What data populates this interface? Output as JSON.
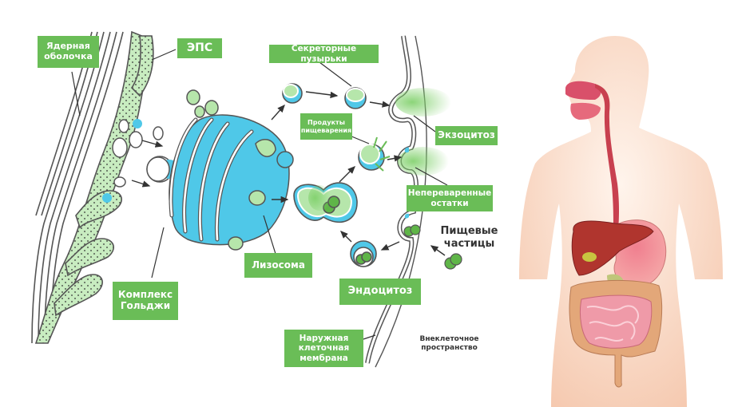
{
  "colors": {
    "label_bg": "#6abd57",
    "label_text": "#ffffff",
    "er_fill": "#c8ecc0",
    "golgi_blue": "#4fc8e8",
    "vesicle_green": "#b6e6ab",
    "particle_green": "#5fb548",
    "outline": "#555555",
    "skin": "#f8d8c4",
    "digestive_red": "#d9506a",
    "liver": "#b0352e",
    "intestine_pink": "#ef9aa8",
    "colon": "#e3a779"
  },
  "labels": {
    "nuclear_envelope": "Ядерная\nоболочка",
    "er": "ЭПС",
    "secretory_vesicles": "Секреторные пузырьки",
    "digestion_products": "Продукты\nпищеварения",
    "exocytosis": "Экзоцитоз",
    "undigested_residues": "Непереваренные\nостатки",
    "food_particles": "Пищевые\nчастицы",
    "lysosome": "Лизосома",
    "golgi": "Комплекс\nГольджи",
    "endocytosis": "Эндоцитоз",
    "outer_membrane": "Наружная\nклеточная\nмембрана",
    "extracellular_space": "Внеклеточное\nпространство"
  },
  "icons": {
    "cell_diagram": "cell-organelles-illustration",
    "body_diagram": "human-digestive-system-illustration"
  }
}
